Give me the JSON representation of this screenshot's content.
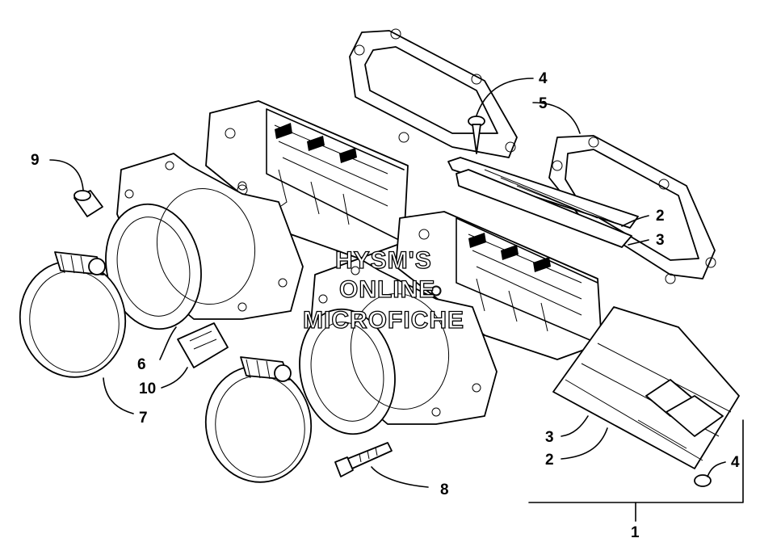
{
  "labels": {
    "l1": "1",
    "l2a": "2",
    "l2b": "2",
    "l3a": "3",
    "l3b": "3",
    "l4a": "4",
    "l4b": "4",
    "l5": "5",
    "l6": "6",
    "l7": "7",
    "l8": "8",
    "l9": "9",
    "l10": "10"
  },
  "watermark": {
    "line1": "HYSM'S",
    "line2": "ONLINE",
    "line3": "MICROFICHE"
  }
}
